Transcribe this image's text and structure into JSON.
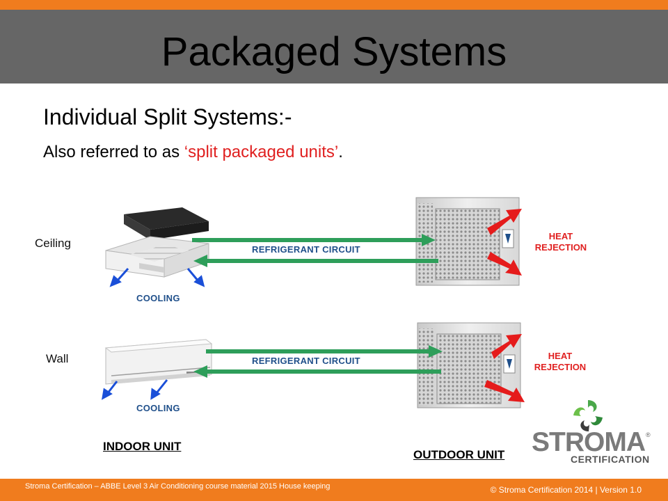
{
  "slide": {
    "title": "Packaged Systems",
    "subtitle": "Individual Split Systems:-",
    "line2_prefix": "Also referred to as ",
    "line2_highlight": "‘split packaged units’",
    "line2_suffix": "."
  },
  "diagram": {
    "ceiling_label": "Ceiling",
    "wall_label": "Wall",
    "refrigerant_top": "REFRIGERANT CIRCUIT",
    "refrigerant_bottom": "REFRIGERANT CIRCUIT",
    "cooling_top": "COOLING",
    "cooling_bottom": "COOLING",
    "heat_top_1": "HEAT",
    "heat_top_2": "REJECTION",
    "heat_bottom_1": "HEAT",
    "heat_bottom_2": "REJECTION",
    "indoor_unit": "INDOOR UNIT",
    "outdoor_unit": "OUTDOOR UNIT",
    "colors": {
      "arrow_green": "#2e9e5a",
      "arrow_blue": "#1a4fd8",
      "arrow_red": "#e51b1b"
    }
  },
  "logo": {
    "name": "STROMA",
    "sub": "CERTIFICATION",
    "reg": "®"
  },
  "footer": {
    "left": "Stroma Certification – ABBE Level 3  Air Conditioning course material  2015 House keeping",
    "right": "© Stroma Certification 2014  |   Version 1.0"
  }
}
